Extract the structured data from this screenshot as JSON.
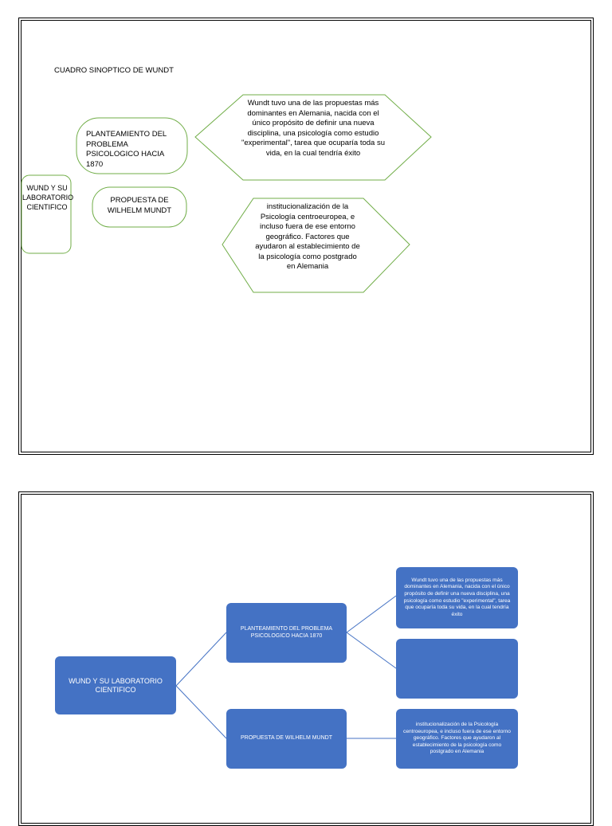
{
  "page1": {
    "title": "CUADRO SINOPTICO DE WUNDT",
    "root": "WUND Y SU LABORATORIO CIENTIFICO",
    "node1": "PLANTEAMIENTO DEL PROBLEMA PSICOLOGICO HACIA 1870",
    "node2": "PROPUESTA DE WILHELM MUNDT",
    "hex1": "Wundt tuvo una de las propuestas más dominantes en Alemania, nacida con el único propósito de definir una nueva disciplina, una psicología como estudio \"experimental\", tarea que ocuparía toda su vida, en la cual tendría éxito",
    "hex2": "institucionalización de la Psicología centroeuropea, e incluso fuera de ese entorno geográfico. Factores que ayudaron al establecimiento de la psicología como postgrado en Alemania",
    "border_color": "#70ad47"
  },
  "page2": {
    "root": "WUND Y SU LABORATORIO CIENTIFICO",
    "branch1": "PLANTEAMIENTO DEL PROBLEMA PSICOLOGICO HACIA 1870",
    "branch2": "PROPUESTA DE WILHELM MUNDT",
    "leaf1": "Wundt tuvo una de las propuestas más dominantes en Alemania, nacida con el único propósito de definir una nueva disciplina, una psicología como estudio \"experimental\", tarea que ocuparía toda su vida, en la cual tendría éxito",
    "leaf2": "",
    "leaf3": "institucionalización de la Psicología centroeuropea, e incluso fuera de ese entorno geográfico. Factores que ayudaron al establecimiento de la psicología como postgrado en Alemania",
    "box_color": "#4472c4",
    "line_color": "#4472c4"
  }
}
